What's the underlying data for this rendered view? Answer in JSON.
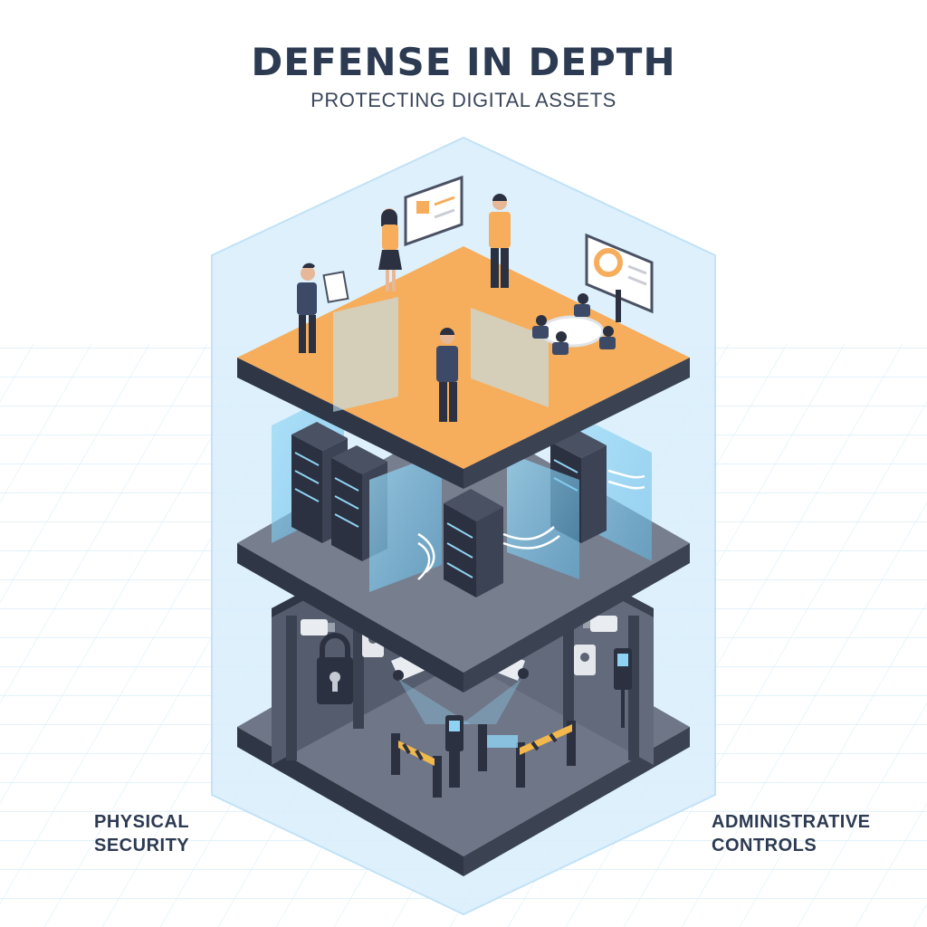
{
  "header": {
    "title": "DEFENSE IN DEPTH",
    "subtitle": "PROTECTING DIGITAL ASSETS"
  },
  "labels": {
    "physical_line1": "PHYSICAL",
    "physical_line2": "SECURITY",
    "admin_line1": "ADMINISTRATIVE",
    "admin_line2": "CONTROLS"
  },
  "layers": [
    {
      "name": "top-layer",
      "color": "#f6ad5c",
      "icons": [
        "people-icon",
        "presentation-screen-icon",
        "meeting-table-icon",
        "document-icon"
      ]
    },
    {
      "name": "middle-layer",
      "color": "#5c6373",
      "icons": [
        "server-rack-icon",
        "firewall-panel-icon",
        "cable-icon"
      ]
    },
    {
      "name": "bottom-layer",
      "color": "#4a5163",
      "icons": [
        "security-camera-icon",
        "padlock-icon",
        "keycard-reader-icon",
        "barrier-gate-icon"
      ]
    }
  ],
  "colors": {
    "accent": "#f6ad5c",
    "shield": "#d3ebfa",
    "dark": "#2c3a52",
    "glass": "#8fd3f4"
  }
}
